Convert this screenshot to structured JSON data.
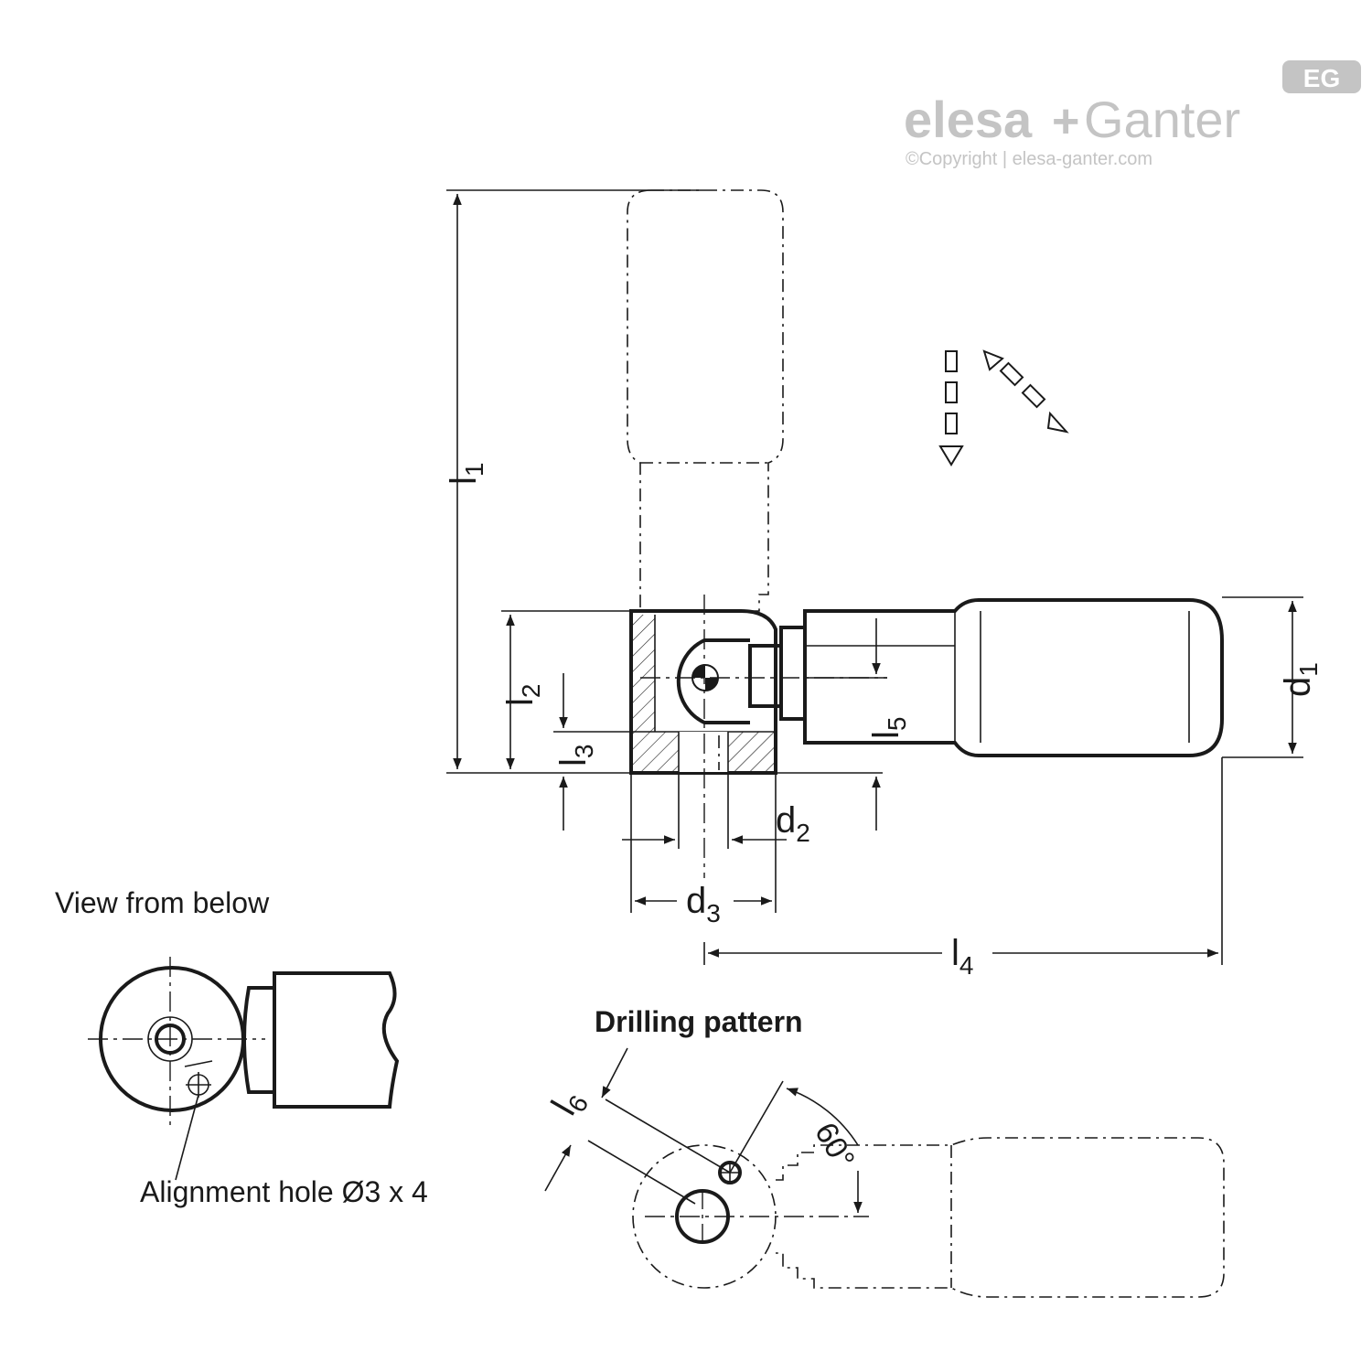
{
  "brand": {
    "badge": "EG",
    "name_part1": "elesa",
    "plus": "+",
    "name_part2": "Ganter",
    "copyright": "©Copyright | elesa-ganter.com"
  },
  "dimensions": {
    "l1": {
      "base": "l",
      "sub": "1"
    },
    "l2": {
      "base": "l",
      "sub": "2"
    },
    "l3": {
      "base": "l",
      "sub": "3"
    },
    "l4": {
      "base": "l",
      "sub": "4"
    },
    "l5": {
      "base": "l",
      "sub": "5"
    },
    "l6": {
      "base": "l",
      "sub": "6"
    },
    "d1": {
      "base": "d",
      "sub": "1"
    },
    "d2": {
      "base": "d",
      "sub": "2"
    },
    "d3": {
      "base": "d",
      "sub": "3"
    }
  },
  "labels": {
    "view_from_below": "View from below",
    "alignment_hole": "Alignment hole Ø3 x 4",
    "drilling_pattern": "Drilling pattern",
    "angle": "60°"
  },
  "colors": {
    "line": "#1a1a1a",
    "brand_gray": "#c4c4c4"
  },
  "icons": {
    "fold_arrows": "fold-motion-arrows-icon"
  }
}
